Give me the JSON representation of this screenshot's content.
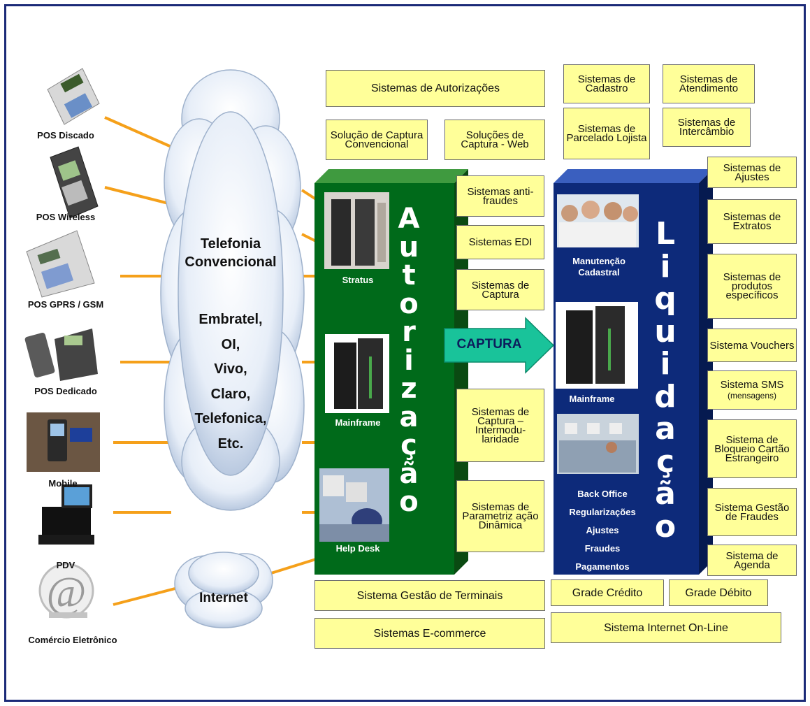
{
  "devices": [
    {
      "label": "POS Discado",
      "icon": "pos-terminal-icon"
    },
    {
      "label": "POS Wireless",
      "icon": "wireless-pos-icon"
    },
    {
      "label": "POS GPRS / GSM",
      "icon": "gprs-pos-icon"
    },
    {
      "label": "POS Dedicado",
      "icon": "dedicated-pos-icon"
    },
    {
      "label": "Mobile",
      "icon": "mobile-phone-icon"
    },
    {
      "label": "PDV",
      "icon": "pdv-register-icon"
    },
    {
      "label": "Comércio Eletrônico",
      "icon": "ecommerce-at-icon"
    }
  ],
  "cloud": {
    "title_line1": "Telefonia",
    "title_line2": "Convencional",
    "carriers": [
      "Embratel,",
      "OI,",
      "Vivo,",
      "Claro,",
      "Telefonica,",
      "Etc."
    ],
    "internet": "Internet"
  },
  "autorizacao": {
    "vertical_letters": [
      "A",
      "u",
      "t",
      "o",
      "r",
      "i",
      "z",
      "a",
      "ç",
      "ã",
      "o"
    ],
    "photos": [
      "Stratus",
      "Mainframe",
      "Help Desk"
    ],
    "color": "#006a1a"
  },
  "captura_arrow": {
    "label": "CAPTURA",
    "color": "#19c39a"
  },
  "liquidacao": {
    "vertical_letters": [
      "L",
      "i",
      "q",
      "u",
      "i",
      "d",
      "a",
      "ç",
      "ã",
      "o"
    ],
    "photo_labels": {
      "manutencao_line1": "Manutenção",
      "manutencao_line2": "Cadastral",
      "mainframe": "Mainframe",
      "back_office": [
        "Back Office",
        "Regularizações",
        "Ajustes",
        "Fraudes",
        "Pagamentos"
      ]
    },
    "color": "#0d2a7a"
  },
  "boxes": {
    "sistemas_autorizacoes": "Sistemas de Autorizações",
    "solucao_convencional": "Solução de Captura Convencional",
    "solucoes_web": "Soluções de Captura - Web",
    "sistemas_cadastro": "Sistemas de Cadastro",
    "sistemas_atendimento": "Sistemas de Atendimento",
    "sistemas_parcelado": "Sistemas de Parcelado Lojista",
    "sistemas_intercambio": "Sistemas de Intercâmbio",
    "anti_fraudes": "Sistemas anti-fraudes",
    "edi": "Sistemas EDI",
    "captura": "Sistemas de Captura",
    "captura_intermod": "Sistemas de Captura – Intermodu-laridade",
    "parametrizacao": "Sistemas de Parametriz ação Dinâmica",
    "ajustes": "Sistemas de Ajustes",
    "extratos": "Sistemas de Extratos",
    "produtos": "Sistemas de produtos específicos",
    "vouchers": "Sistema Vouchers",
    "sms": "Sistema SMS",
    "sms_sub": "(mensagens)",
    "bloqueio": "Sistema de Bloqueio Cartão Estrangeiro",
    "gestao_fraudes": "Sistema Gestão de Fraudes",
    "agenda": "Sistema de Agenda",
    "gestao_terminais": "Sistema Gestão de Terminais",
    "ecommerce": "Sistemas E-commerce",
    "grade_credito": "Grade Crédito",
    "grade_debito": "Grade Débito",
    "internet_online": "Sistema Internet On-Line"
  }
}
